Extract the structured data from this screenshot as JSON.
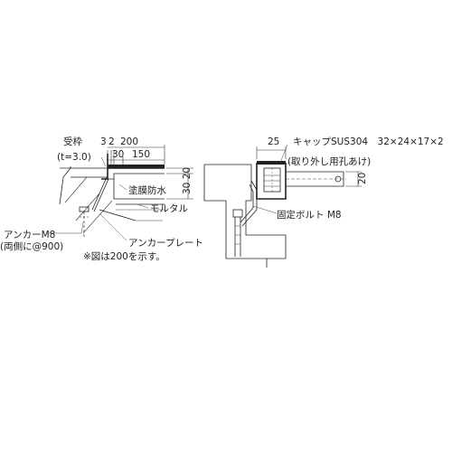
{
  "left_detail": {
    "frame_label": "受枠",
    "thickness_label": "(t=3.0)",
    "dim_3": "3",
    "dim_2": "2",
    "dim_200": "200",
    "dim_30": "30",
    "dim_150": "150",
    "dim_30_20": "30 20",
    "waterproof_label": "塗膜防水",
    "mortar_label": "モルタル",
    "anchor_label": "アンカーM8",
    "anchor_spacing_label": "(両側に@900)",
    "anchor_plate_label": "アンカープレート",
    "note": "※図は200を示す。"
  },
  "right_detail": {
    "dim_25": "25",
    "cap_label": "キャップ",
    "cap_spec": "SUS304　32×24×17×2",
    "hole_label": "(取り外し用孔あけ)",
    "dim_20": "20",
    "bolt_label": "固定ボルト M8"
  }
}
